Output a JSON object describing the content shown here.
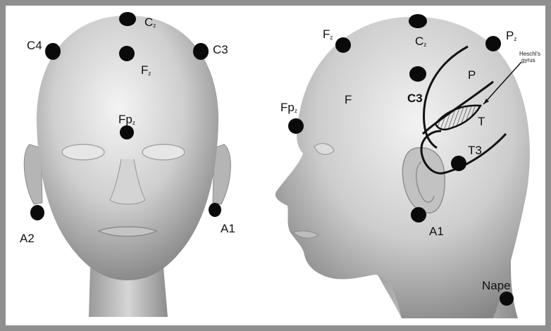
{
  "figure": {
    "front_view": {
      "electrodes": [
        {
          "key": "cz",
          "main": "C",
          "sub": "z"
        },
        {
          "key": "c4",
          "main": "C4",
          "sub": ""
        },
        {
          "key": "c3",
          "main": "C3",
          "sub": ""
        },
        {
          "key": "fz",
          "main": "F",
          "sub": "z"
        },
        {
          "key": "fpz",
          "main": "Fp",
          "sub": "z"
        },
        {
          "key": "a2",
          "main": "A2",
          "sub": ""
        },
        {
          "key": "a1",
          "main": "A1",
          "sub": ""
        }
      ]
    },
    "side_view": {
      "electrodes": [
        {
          "key": "fz",
          "main": "F",
          "sub": "z"
        },
        {
          "key": "cz",
          "main": "C",
          "sub": "z"
        },
        {
          "key": "pz",
          "main": "P",
          "sub": "z"
        },
        {
          "key": "fpz",
          "main": "Fp",
          "sub": "z"
        },
        {
          "key": "c3",
          "main": "C3",
          "sub": ""
        },
        {
          "key": "t3",
          "main": "T3",
          "sub": ""
        },
        {
          "key": "a1",
          "main": "A1",
          "sub": ""
        },
        {
          "key": "nape",
          "main": "Nape",
          "sub": ""
        }
      ],
      "regions": {
        "frontal": "F",
        "parietal": "P",
        "temporal": "T"
      },
      "annotation": {
        "line1": "Heschl's",
        "line2": "gyrus"
      }
    },
    "colors": {
      "frame": "#8f8f8f",
      "electrode": "#0a0a0a",
      "skin_light": "#f2f2f2",
      "skin_dark": "#7a7a7a"
    }
  }
}
